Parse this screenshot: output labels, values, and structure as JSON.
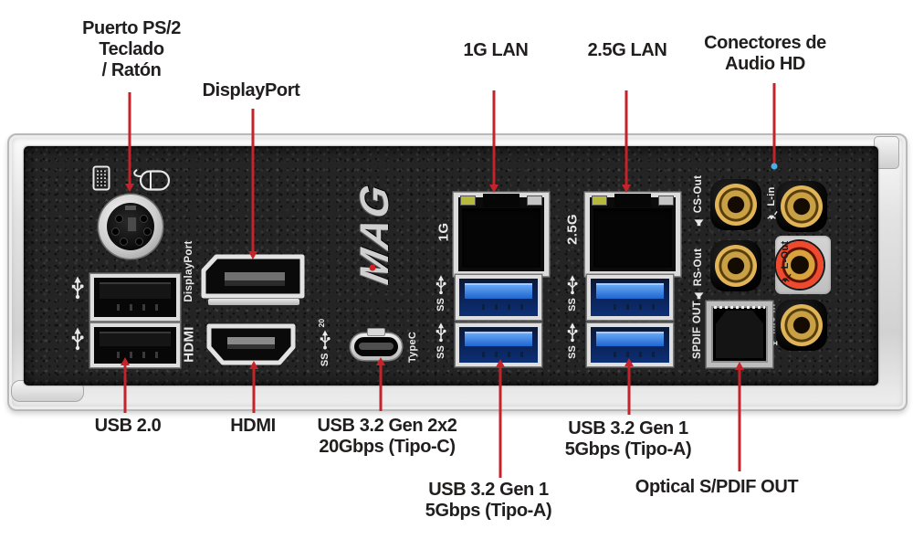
{
  "colors": {
    "callout_red": "#c4232a",
    "label_text": "#211e1e",
    "panel_black": "#242424",
    "shield_silver": "#d9d9d9",
    "usb_blue": "#1f66cf",
    "jack_gold": "#e0b457",
    "jack_red": "#ef4a2e",
    "led_green": "#b6b93c",
    "audio_line_dot_blue": "#45b1e8",
    "panel_print_white": "#e9e9e9"
  },
  "callouts": {
    "top": [
      {
        "id": "ps2",
        "lines": [
          "Puerto PS/2",
          "Teclado",
          "/ Ratón"
        ]
      },
      {
        "id": "displayport",
        "lines": [
          "DisplayPort"
        ]
      },
      {
        "id": "lan-1g",
        "lines": [
          "1G LAN"
        ]
      },
      {
        "id": "lan-2-5g",
        "lines": [
          "2.5G LAN"
        ]
      },
      {
        "id": "audio-hd",
        "lines": [
          "Conectores de",
          "Audio HD"
        ]
      }
    ],
    "bottom": [
      {
        "id": "usb-2-0",
        "lines": [
          "USB 2.0"
        ]
      },
      {
        "id": "hdmi",
        "lines": [
          "HDMI"
        ]
      },
      {
        "id": "usb-3-2-typec",
        "lines": [
          "USB 3.2 Gen 2x2",
          "20Gbps (Tipo-C)"
        ]
      },
      {
        "id": "usb-3-2-left",
        "lines": [
          "USB 3.2 Gen 1",
          "5Gbps (Tipo-A)"
        ]
      },
      {
        "id": "usb-3-2-right",
        "lines": [
          "USB 3.2 Gen 1",
          "5Gbps (Tipo-A)"
        ]
      },
      {
        "id": "optical-spdif",
        "lines": [
          "Optical S/PDIF OUT"
        ]
      }
    ]
  },
  "panel": {
    "brand": "MAG",
    "printed": {
      "displayport": "DisplayPort",
      "hdmi": "HDMI",
      "lan_1g": "1G",
      "lan_25g": "2.5G",
      "typec": "TypeC",
      "ss": "SS",
      "ss20": "20",
      "cs_out": "CS-Out",
      "rs_out": "RS-Out",
      "spdif_out": "SPDIF OUT",
      "l_in": "L-in",
      "l_out": "L-Out",
      "mic_in": "Mic-in"
    }
  },
  "icons": {
    "keyboard-icon": "ps2 keyboard glyph",
    "mouse-icon": "ps2 mouse glyph",
    "usb-icon": "usb trident",
    "superspeed-usb-icon": "SS + trident arrow",
    "superspeed-20-icon": "SS + trident arrow + 20",
    "speaker-icon": "speaker",
    "line-in-icon": "audio waves",
    "line-out-icon": "audio waves",
    "mic-icon": "microphone",
    "audio-line-endpoint": "blue dot"
  }
}
